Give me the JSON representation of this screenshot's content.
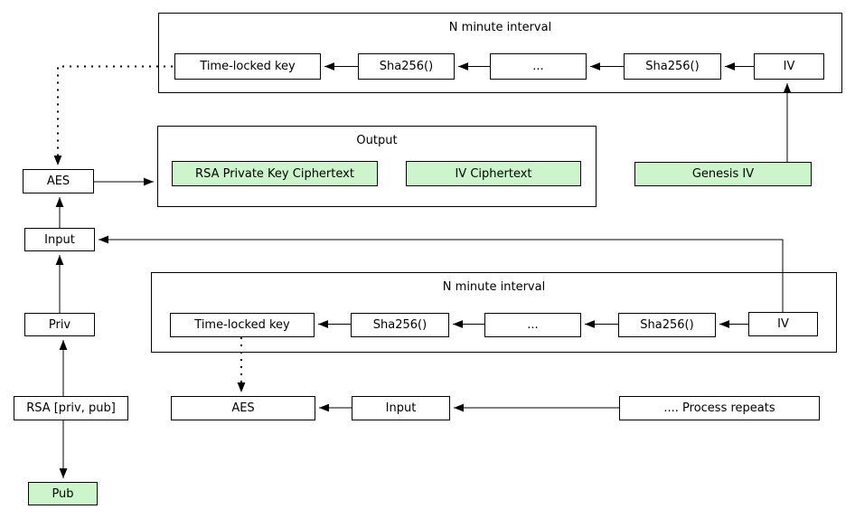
{
  "diagram": {
    "colors": {
      "highlight_fill": "#ccf5cc",
      "box_border": "#000000",
      "background": "#ffffff"
    },
    "top_interval": {
      "label": "N minute interval",
      "time_locked_key": "Time-locked key",
      "sha256_a": "Sha256()",
      "ellipsis": "...",
      "sha256_b": "Sha256()",
      "iv": "IV"
    },
    "output": {
      "label": "Output",
      "rsa_private_key_ciphertext": "RSA Private Key Ciphertext",
      "iv_ciphertext": "IV Ciphertext"
    },
    "genesis_iv": "Genesis IV",
    "left_chain": {
      "aes": "AES",
      "input": "Input",
      "priv": "Priv",
      "rsa_keypair": "RSA [priv, pub]",
      "pub": "Pub"
    },
    "second_interval": {
      "label": "N minute interval",
      "time_locked_key": "Time-locked key",
      "sha256_a": "Sha256()",
      "ellipsis": "...",
      "sha256_b": "Sha256()",
      "iv": "IV"
    },
    "bottom_chain": {
      "aes": "AES",
      "input": "Input",
      "process_repeats": ".... Process repeats"
    }
  }
}
